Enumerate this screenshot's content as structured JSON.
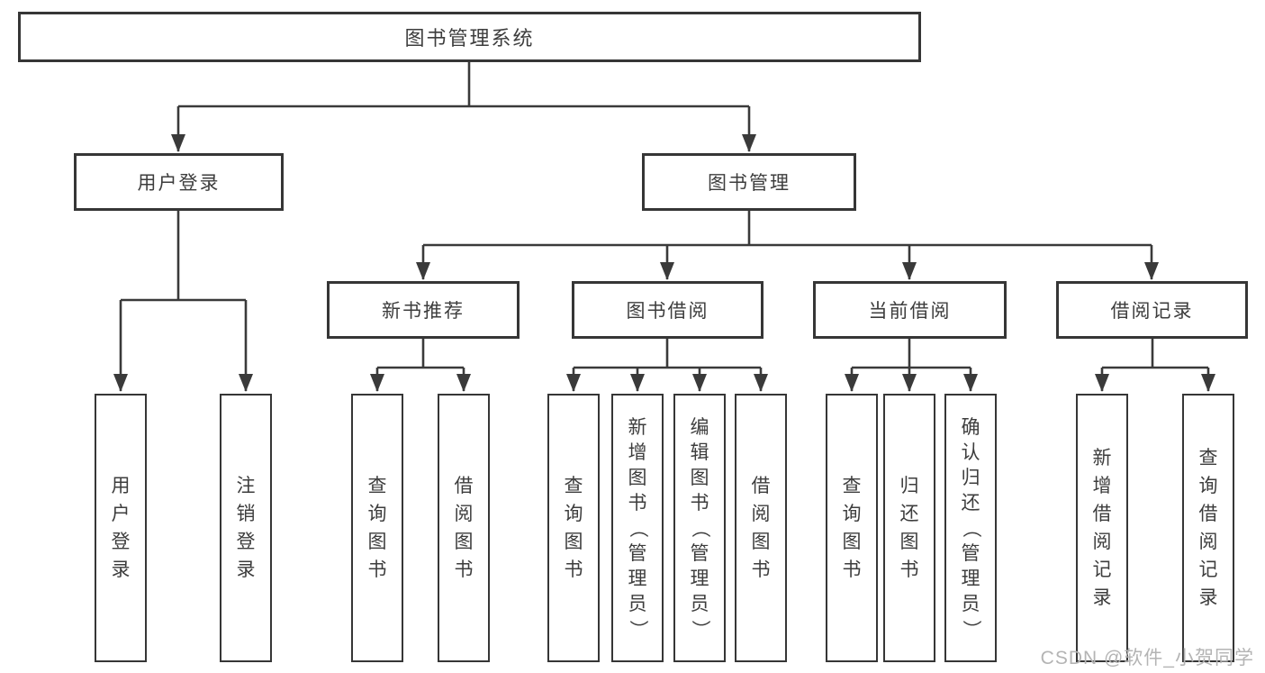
{
  "watermark": "CSDN @软件_小贺同学",
  "colors": {
    "line": "#3a3a3a",
    "border": "#363636",
    "fill": "#ffffff",
    "text": "#3d3d3d",
    "watermark": "#b4b4b4"
  },
  "tree": {
    "root": {
      "label": "图书管理系统"
    },
    "branches": [
      {
        "label": "用户登录",
        "children": [
          {
            "label": "用户登录"
          },
          {
            "label": "注销登录"
          }
        ]
      },
      {
        "label": "图书管理",
        "children": [
          {
            "label": "新书推荐",
            "children": [
              {
                "label": "查询图书"
              },
              {
                "label": "借阅图书"
              }
            ]
          },
          {
            "label": "图书借阅",
            "children": [
              {
                "label": "查询图书"
              },
              {
                "label": "新增图书（管理员）"
              },
              {
                "label": "编辑图书（管理员）"
              },
              {
                "label": "借阅图书"
              }
            ]
          },
          {
            "label": "当前借阅",
            "children": [
              {
                "label": "查询图书"
              },
              {
                "label": "归还图书"
              },
              {
                "label": "确认归还（管理员）"
              }
            ]
          },
          {
            "label": "借阅记录",
            "children": [
              {
                "label": "新增借阅记录"
              },
              {
                "label": "查询借阅记录"
              }
            ]
          }
        ]
      }
    ]
  }
}
